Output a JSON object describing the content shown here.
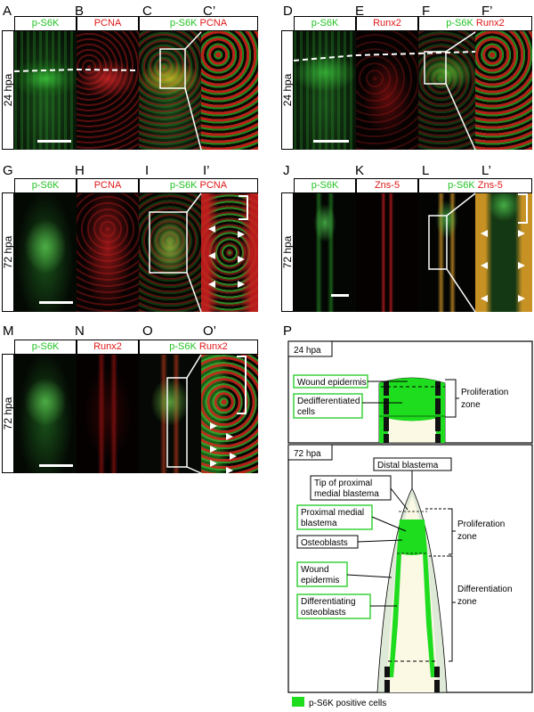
{
  "panels": [
    {
      "letter": "A",
      "channels": [
        {
          "text": "p-S6K",
          "color": "green"
        }
      ]
    },
    {
      "letter": "B",
      "channels": [
        {
          "text": "PCNA",
          "color": "red"
        }
      ]
    },
    {
      "letter": "C",
      "channels": [
        {
          "text": "p-S6K",
          "color": "green"
        },
        {
          "text": "PCNA",
          "color": "red"
        }
      ]
    },
    {
      "letter": "C’"
    },
    {
      "letter": "D",
      "channels": [
        {
          "text": "p-S6K",
          "color": "green"
        }
      ]
    },
    {
      "letter": "E",
      "channels": [
        {
          "text": "Runx2",
          "color": "red"
        }
      ]
    },
    {
      "letter": "F",
      "channels": [
        {
          "text": "p-S6K",
          "color": "green"
        },
        {
          "text": "Runx2",
          "color": "red"
        }
      ]
    },
    {
      "letter": "F’"
    },
    {
      "letter": "G",
      "channels": [
        {
          "text": "p-S6K",
          "color": "green"
        }
      ]
    },
    {
      "letter": "H",
      "channels": [
        {
          "text": "PCNA",
          "color": "red"
        }
      ]
    },
    {
      "letter": "I",
      "channels": [
        {
          "text": "p-S6K",
          "color": "green"
        },
        {
          "text": "PCNA",
          "color": "red"
        }
      ]
    },
    {
      "letter": "I’"
    },
    {
      "letter": "J",
      "channels": [
        {
          "text": "p-S6K",
          "color": "green"
        }
      ]
    },
    {
      "letter": "K",
      "channels": [
        {
          "text": "Zns-5",
          "color": "red"
        }
      ]
    },
    {
      "letter": "L",
      "channels": [
        {
          "text": "p-S6K",
          "color": "green"
        },
        {
          "text": "Zns-5",
          "color": "red"
        }
      ]
    },
    {
      "letter": "L’"
    },
    {
      "letter": "M",
      "channels": [
        {
          "text": "p-S6K",
          "color": "green"
        }
      ]
    },
    {
      "letter": "N",
      "channels": [
        {
          "text": "Runx2",
          "color": "red"
        }
      ]
    },
    {
      "letter": "O",
      "channels": [
        {
          "text": "p-S6K",
          "color": "green"
        },
        {
          "text": "Runx2",
          "color": "red"
        }
      ]
    },
    {
      "letter": "O’"
    },
    {
      "letter": "P"
    }
  ],
  "timepoints": {
    "early": "24 hpa",
    "late": "72 hpa"
  },
  "diagram": {
    "top": {
      "title": "24 hpa",
      "labels": {
        "wound_epidermis": "Wound epidermis",
        "dedifferentiated": "Dedifferentiated cells",
        "zone": "Proliferation zone"
      }
    },
    "bottom": {
      "title": "72 hpa",
      "labels": {
        "distal": "Distal blastema",
        "tip": "Tip of proximal medial blastema",
        "proximal": "Proximal medial blastema",
        "osteoblasts": "Osteoblasts",
        "wound": "Wound epidermis",
        "differentiating": "Differentiating osteoblasts",
        "prolif_zone": "Proliferation zone",
        "diff_zone": "Differentiation zone"
      }
    },
    "legend": "p-S6K positive cells"
  },
  "colors": {
    "green": "#22c322",
    "red": "#e01818",
    "signal_green": "#1edc1e",
    "tissue": "#fbf8e4"
  }
}
